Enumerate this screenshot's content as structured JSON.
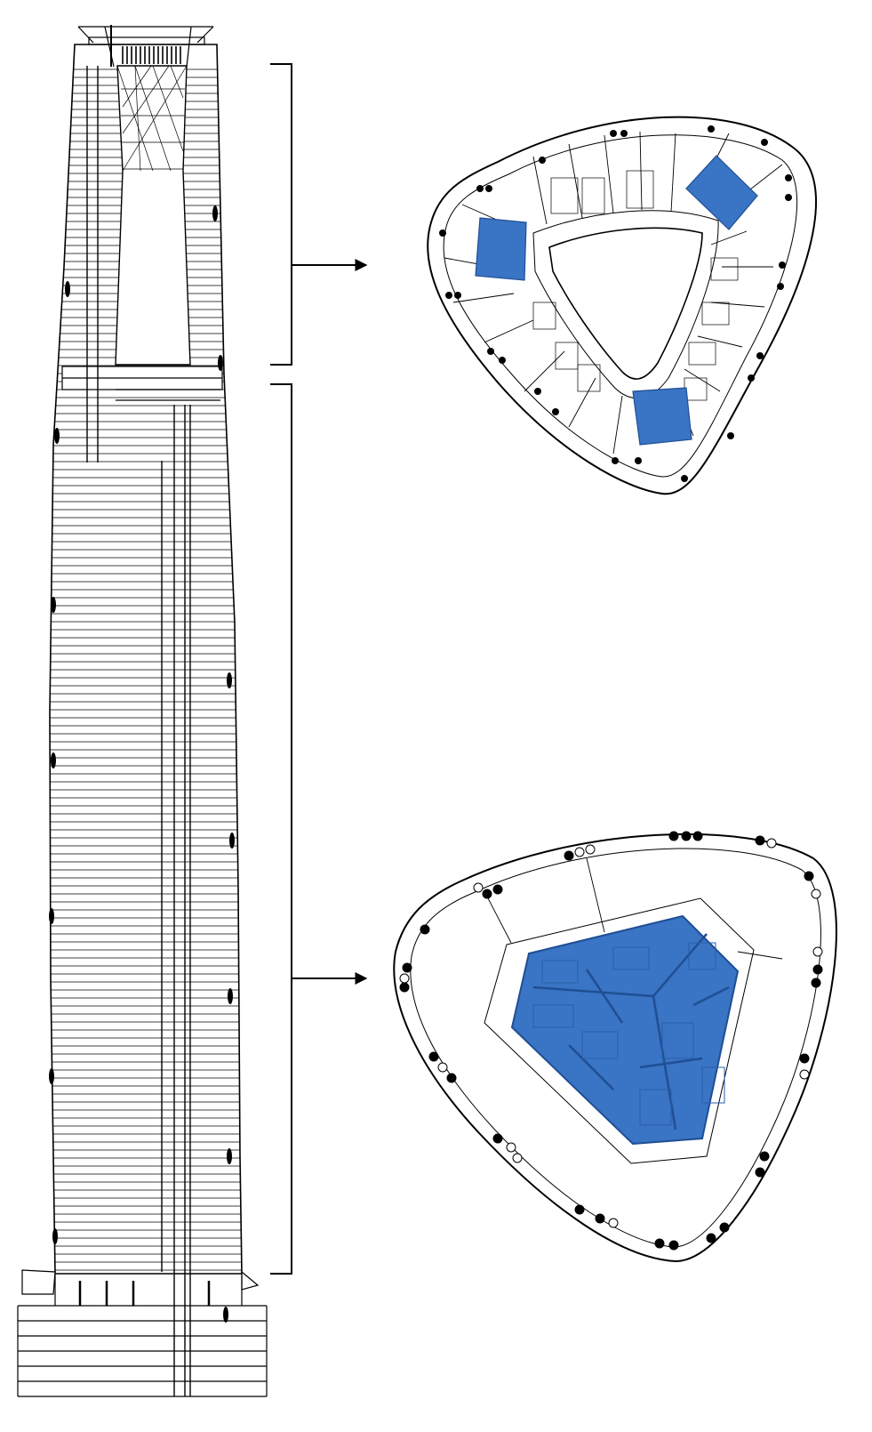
{
  "colors": {
    "line": "#000000",
    "core_fill": "#3a74c4",
    "core_stroke": "#1f4f94",
    "background": "#ffffff"
  },
  "diagram": {
    "elements": [
      "tower-elevation",
      "upper-zone-bracket",
      "lower-zone-bracket",
      "upper-floor-plan",
      "lower-floor-plan"
    ],
    "upper_plan": {
      "highlighted_cores": 3
    },
    "lower_plan": {
      "highlighted_cores": 1
    }
  }
}
